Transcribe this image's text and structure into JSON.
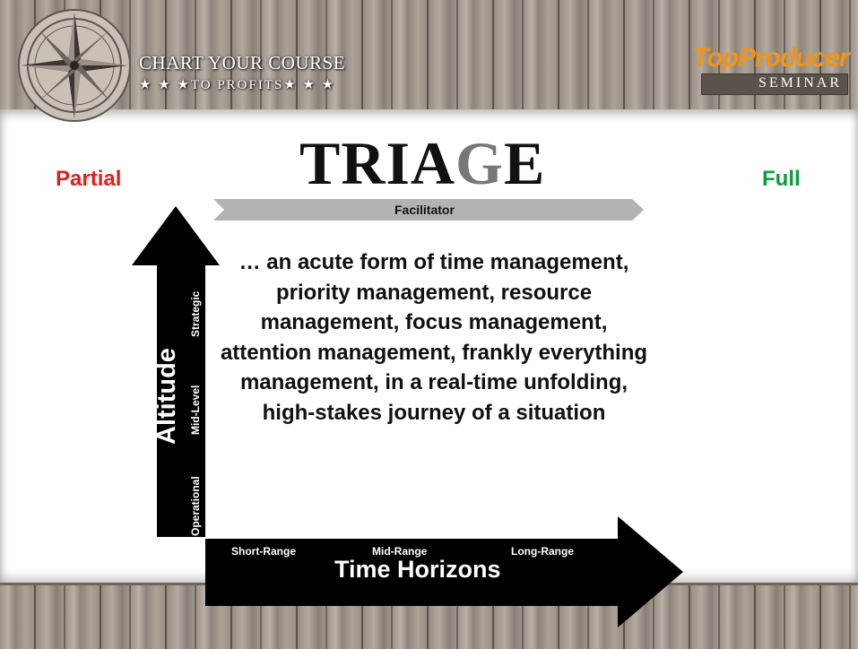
{
  "header": {
    "title_line1": "CHART YOUR COURSE",
    "title_line2": "★ ★ ★TO PROFITS★ ★ ★",
    "logo_top": "Top",
    "logo_producer": "Producer",
    "logo_seminar": "SEMINAR",
    "compass_icon": "compass-rose-icon"
  },
  "slide": {
    "title_main": "TRIA",
    "title_g": "G",
    "title_end": "E",
    "left_label": "Partial",
    "right_label": "Full",
    "facilitator_label": "Facilitator",
    "quote": "… an acute form of time management, priority management, resource management, focus management, attention management, frankly everything management, in a real-time unfolding, high-stakes journey of a situation"
  },
  "altitude_axis": {
    "label": "Altitude",
    "levels": [
      "Operational",
      "Mid-Level",
      "Strategic"
    ]
  },
  "time_axis": {
    "label": "Time Horizons",
    "levels": [
      "Short-Range",
      "Mid-Range",
      "Long-Range"
    ]
  },
  "colors": {
    "partial": "#e11d1d",
    "full": "#0b9b3d",
    "logo_orange": "#f0931b",
    "arrow": "#000000",
    "facilitator_bar": "#b3b3b3"
  }
}
